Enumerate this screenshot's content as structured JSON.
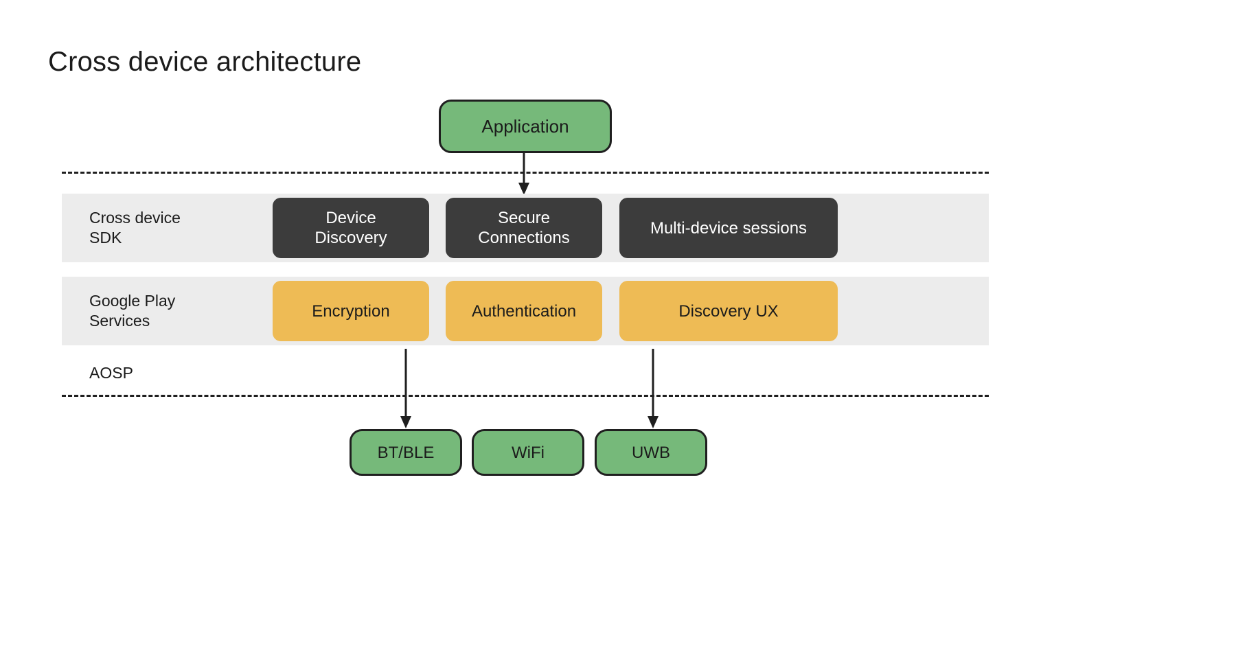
{
  "title": "Cross device architecture",
  "colors": {
    "green": "#76B97A",
    "amber": "#EEBB55",
    "dark": "#3C3C3C",
    "band_gray": "#ECECEC",
    "stroke": "#1F1F1F",
    "text": "#1B1B1B"
  },
  "diagram": {
    "application": {
      "label": "Application"
    },
    "layers": [
      {
        "id": "cross-device-sdk",
        "label": "Cross device\nSDK",
        "style": "dark",
        "nodes": [
          {
            "id": "device-discovery",
            "label": "Device\nDiscovery"
          },
          {
            "id": "secure-connections",
            "label": "Secure\nConnections"
          },
          {
            "id": "multi-device-sessions",
            "label": "Multi-device sessions"
          }
        ]
      },
      {
        "id": "google-play-services",
        "label": "Google Play\nServices",
        "style": "amber",
        "nodes": [
          {
            "id": "encryption",
            "label": "Encryption"
          },
          {
            "id": "authentication",
            "label": "Authentication"
          },
          {
            "id": "discovery-ux",
            "label": "Discovery UX"
          }
        ]
      }
    ],
    "aosp": {
      "label": "AOSP"
    },
    "transports": [
      {
        "id": "btble",
        "label": "BT/BLE"
      },
      {
        "id": "wifi",
        "label": "WiFi"
      },
      {
        "id": "uwb",
        "label": "UWB"
      }
    ],
    "connectors": [
      {
        "id": "application-to-secure-connections",
        "from": "application",
        "to": "secure-connections"
      },
      {
        "id": "encryption-to-btble",
        "from": "encryption",
        "to": "btble"
      },
      {
        "id": "discovery-ux-to-uwb",
        "from": "discovery-ux",
        "to": "uwb"
      }
    ],
    "separators": [
      {
        "id": "boundary-top",
        "style": "dashed"
      },
      {
        "id": "boundary-bottom",
        "style": "dashed"
      }
    ]
  }
}
